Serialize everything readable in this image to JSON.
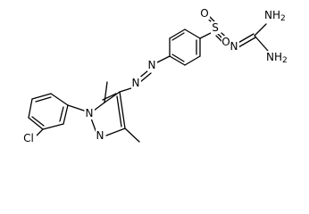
{
  "structure": {
    "atoms": [
      {
        "label": "O",
        "name": "sulfonyl-oxygen-top"
      },
      {
        "label": "S",
        "name": "sulfur"
      },
      {
        "label": "O",
        "name": "sulfonyl-oxygen-bottom"
      },
      {
        "label": "N",
        "name": "sulfonyl-imine-nitrogen"
      },
      {
        "label": "NH",
        "sub": "2",
        "name": "amine-top"
      },
      {
        "label": "NH",
        "sub": "2",
        "name": "amine-bottom"
      },
      {
        "label": "N",
        "name": "azo-nitrogen-upper"
      },
      {
        "label": "N",
        "name": "azo-nitrogen-lower"
      },
      {
        "label": "N",
        "name": "pyrazole-nitrogen-1"
      },
      {
        "label": "N",
        "name": "pyrazole-nitrogen-2"
      },
      {
        "label": "Cl",
        "name": "chlorine"
      }
    ],
    "colors": {
      "bond": "#000000",
      "text": "#000000",
      "background": "#ffffff"
    }
  }
}
